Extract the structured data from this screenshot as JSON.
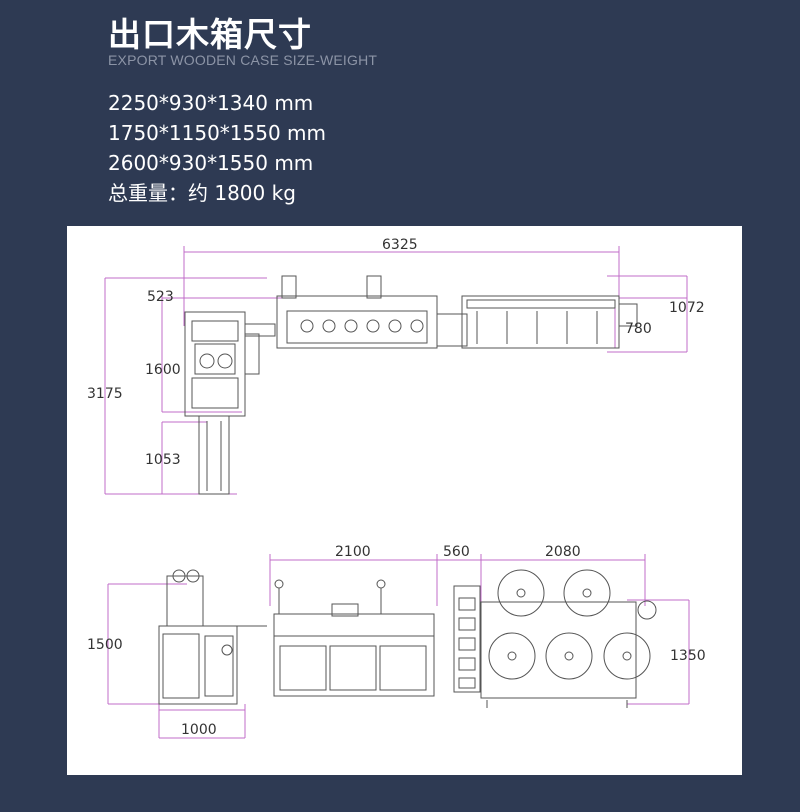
{
  "header": {
    "title": "出口木箱尺寸",
    "subtitle": "EXPORT WOODEN CASE SIZE-WEIGHT"
  },
  "specs": [
    "2250*930*1340 mm",
    "1750*1150*1550 mm",
    "2600*930*1550 mm",
    "总重量：约 1800 kg"
  ],
  "drawing": {
    "top_view": {
      "overall_length": "6325",
      "d523": "523",
      "d1072": "1072",
      "d780": "780",
      "d1600": "1600",
      "d3175": "3175",
      "d1053": "1053"
    },
    "side_view": {
      "d2100": "2100",
      "d560": "560",
      "d2080": "2080",
      "d1500": "1500",
      "d1350": "1350",
      "d1000": "1000"
    }
  },
  "colors": {
    "background": "#2e3a53",
    "panel": "#ffffff",
    "dimension_line": "#c06cc8",
    "machine_line": "#555555"
  }
}
